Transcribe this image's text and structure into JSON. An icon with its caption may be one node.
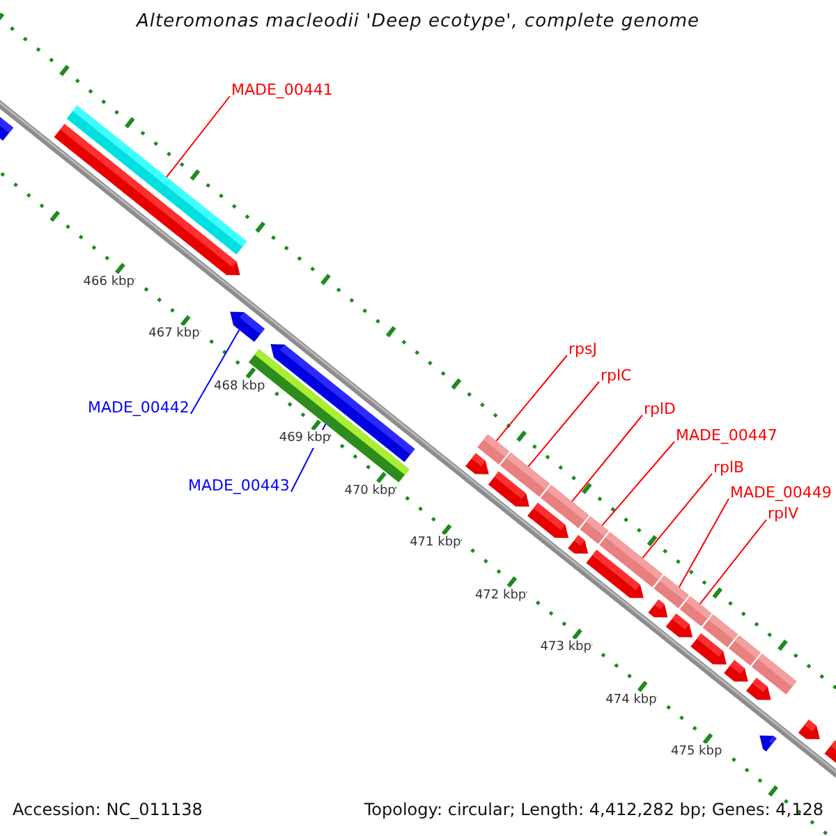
{
  "diagram": {
    "title": "Alteromonas macleodii 'Deep ecotype', complete genome",
    "nodes": [
      {
        "text": [
          "MADE_00441"
        ]
      },
      {
        "text": [
          "MADE_00442"
        ]
      },
      {
        "text": [
          "MADE_00443"
        ]
      },
      {
        "text": [
          "rpsJ"
        ]
      },
      {
        "text": [
          "rplC"
        ]
      },
      {
        "text": [
          "rplD"
        ]
      },
      {
        "text": [
          "MADE_00447"
        ]
      },
      {
        "text": [
          "rplB"
        ]
      },
      {
        "text": [
          "MADE_00449"
        ]
      },
      {
        "text": [
          "rplV"
        ]
      },
      {
        "text": [],
        "shape": "arrow"
      },
      {
        "text": [],
        "shape": "bar"
      },
      {
        "text": [],
        "shape": "arrow"
      },
      {
        "text": [],
        "shape": "arrow"
      },
      {
        "text": [],
        "shape": "bar"
      },
      {
        "text": [],
        "shape": "arrow"
      },
      {
        "text": [],
        "shape": "bar"
      },
      {
        "text": [],
        "shape": "arrow"
      },
      {
        "text": [],
        "shape": "bar"
      },
      {
        "text": [],
        "shape": "arrow"
      },
      {
        "text": [],
        "shape": "bar"
      },
      {
        "text": [],
        "shape": "arrow"
      },
      {
        "text": [],
        "shape": "bar"
      },
      {
        "text": [],
        "shape": "arrow"
      },
      {
        "text": [],
        "shape": "bar"
      },
      {
        "text": [],
        "shape": "arrow"
      },
      {
        "text": [],
        "shape": "bar"
      },
      {
        "text": [],
        "shape": "arrow"
      },
      {
        "text": [],
        "shape": "bar"
      },
      {
        "text": [],
        "shape": "arrow"
      },
      {
        "text": [],
        "shape": "bar"
      },
      {
        "text": [],
        "shape": "arrow"
      },
      {
        "text": [],
        "shape": "bar"
      },
      {
        "text": [],
        "shape": "arrow"
      },
      {
        "text": [],
        "shape": "bar"
      },
      {
        "text": [],
        "shape": "arrow"
      },
      {
        "text": [],
        "shape": "arrow"
      },
      {
        "text": [],
        "shape": "arrow"
      },
      {
        "text": [],
        "shape": "arrow"
      }
    ],
    "edges": [
      {
        "from": 0,
        "to": 11,
        "arrow": "none"
      },
      {
        "from": 1,
        "to": 13,
        "arrow": "none",
        "color": "#0000ff"
      },
      {
        "from": 2,
        "to": 14,
        "arrow": "none",
        "color": "#0000ff"
      },
      {
        "from": 3,
        "to": 16,
        "arrow": "none"
      },
      {
        "from": 4,
        "to": 18,
        "arrow": "none"
      },
      {
        "from": 5,
        "to": 20,
        "arrow": "none"
      },
      {
        "from": 6,
        "to": 22,
        "arrow": "none"
      },
      {
        "from": 7,
        "to": 24,
        "arrow": "none"
      },
      {
        "from": 8,
        "to": 26,
        "arrow": "none"
      },
      {
        "from": 9,
        "to": 28,
        "arrow": "none"
      }
    ],
    "labels": [
      "466 kbp",
      "467 kbp",
      "468 kbp",
      "469 kbp",
      "470 kbp",
      "471 kbp",
      "472 kbp",
      "473 kbp",
      "474 kbp",
      "475 kbp",
      "Accession: NC_011138",
      "Topology: circular; Length: 4,412,282 bp; Genes: 4,128"
    ]
  }
}
